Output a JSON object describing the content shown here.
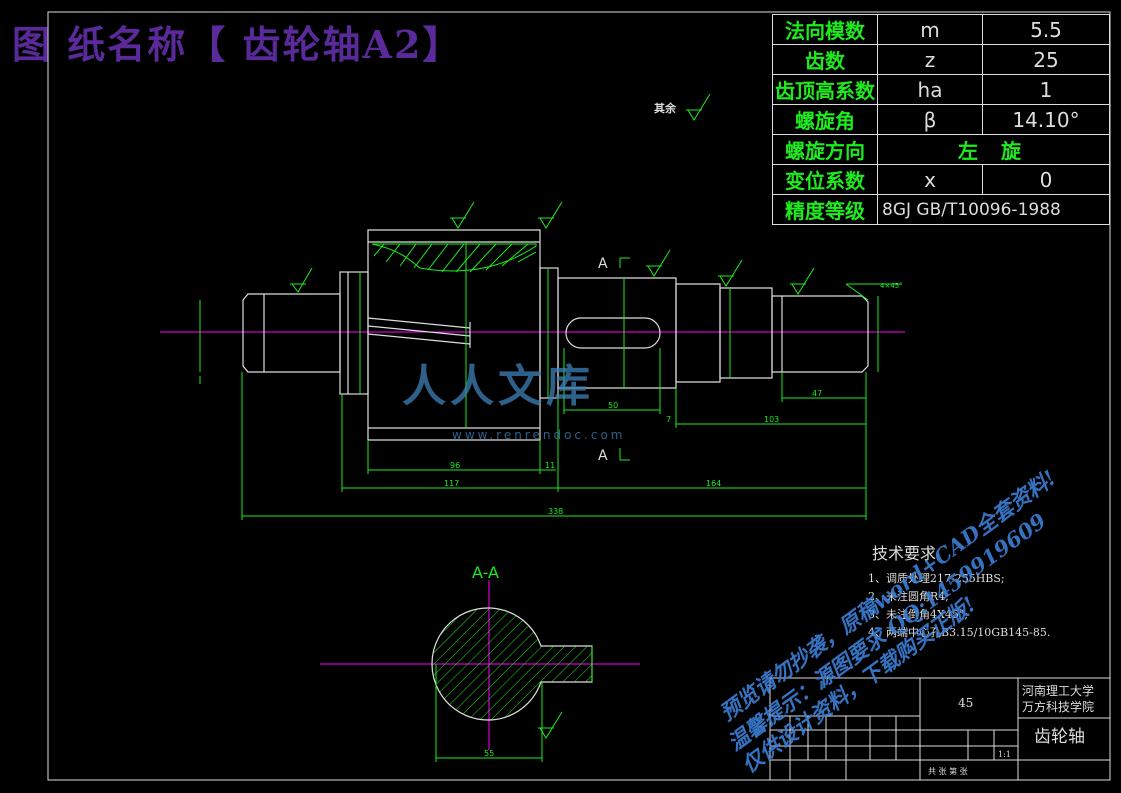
{
  "title": "图 纸名称【 齿轮轴A2】",
  "params": [
    {
      "name": "法向模数",
      "symbol": "m",
      "value": "5.5"
    },
    {
      "name": "齿数",
      "symbol": "z",
      "value": "25"
    },
    {
      "name": "齿顶高系数",
      "symbol": "ha",
      "value": "1"
    },
    {
      "name": "螺旋角",
      "symbol": "β",
      "value": "14.10°"
    },
    {
      "name": "螺旋方向",
      "value": "左 旋"
    },
    {
      "name": "变位系数",
      "symbol": "x",
      "value": "0"
    },
    {
      "name": "精度等级",
      "value": "8GJ GB/T10096-1988"
    }
  ],
  "tech": {
    "heading": "技术要求",
    "items": [
      "1、调质处理217-255HBS;",
      "2、未注圆角R4;",
      "3、未注倒角4X45°;",
      "4、两端中心孔B3.15/10GB145-85."
    ]
  },
  "titleblock": {
    "material": "45",
    "school1": "河南理工大学",
    "school2": "万方科技学院",
    "part_name": "齿轮轴",
    "scale": "1:1",
    "sheets": "共 张  第 张"
  },
  "annotations": {
    "rest_surface": "其余",
    "section_a": "A",
    "section_label": "A-A",
    "chamfer": "4×45°"
  },
  "dimensions": {
    "d1": "96",
    "d2": "11",
    "d3": "117",
    "d4": "164",
    "d5": "338",
    "d6": "50",
    "d7": "7",
    "d8": "103",
    "d9": "47",
    "d10": "55"
  },
  "watermark": {
    "logo": "人人文库",
    "url": "www.renrendoc.com",
    "line1": "预览请勿抄袭，原稿word+CAD全套资料!",
    "line2": "温馨提示：源图要求 QQ:1459919609",
    "line3": "仅供设计资料，下载购买正版!"
  },
  "colors": {
    "green": "#1eea1e",
    "cyan": "#00e0e0",
    "magenta": "#ff00ff",
    "white": "#dddddd",
    "yellow": "#e0e000"
  }
}
